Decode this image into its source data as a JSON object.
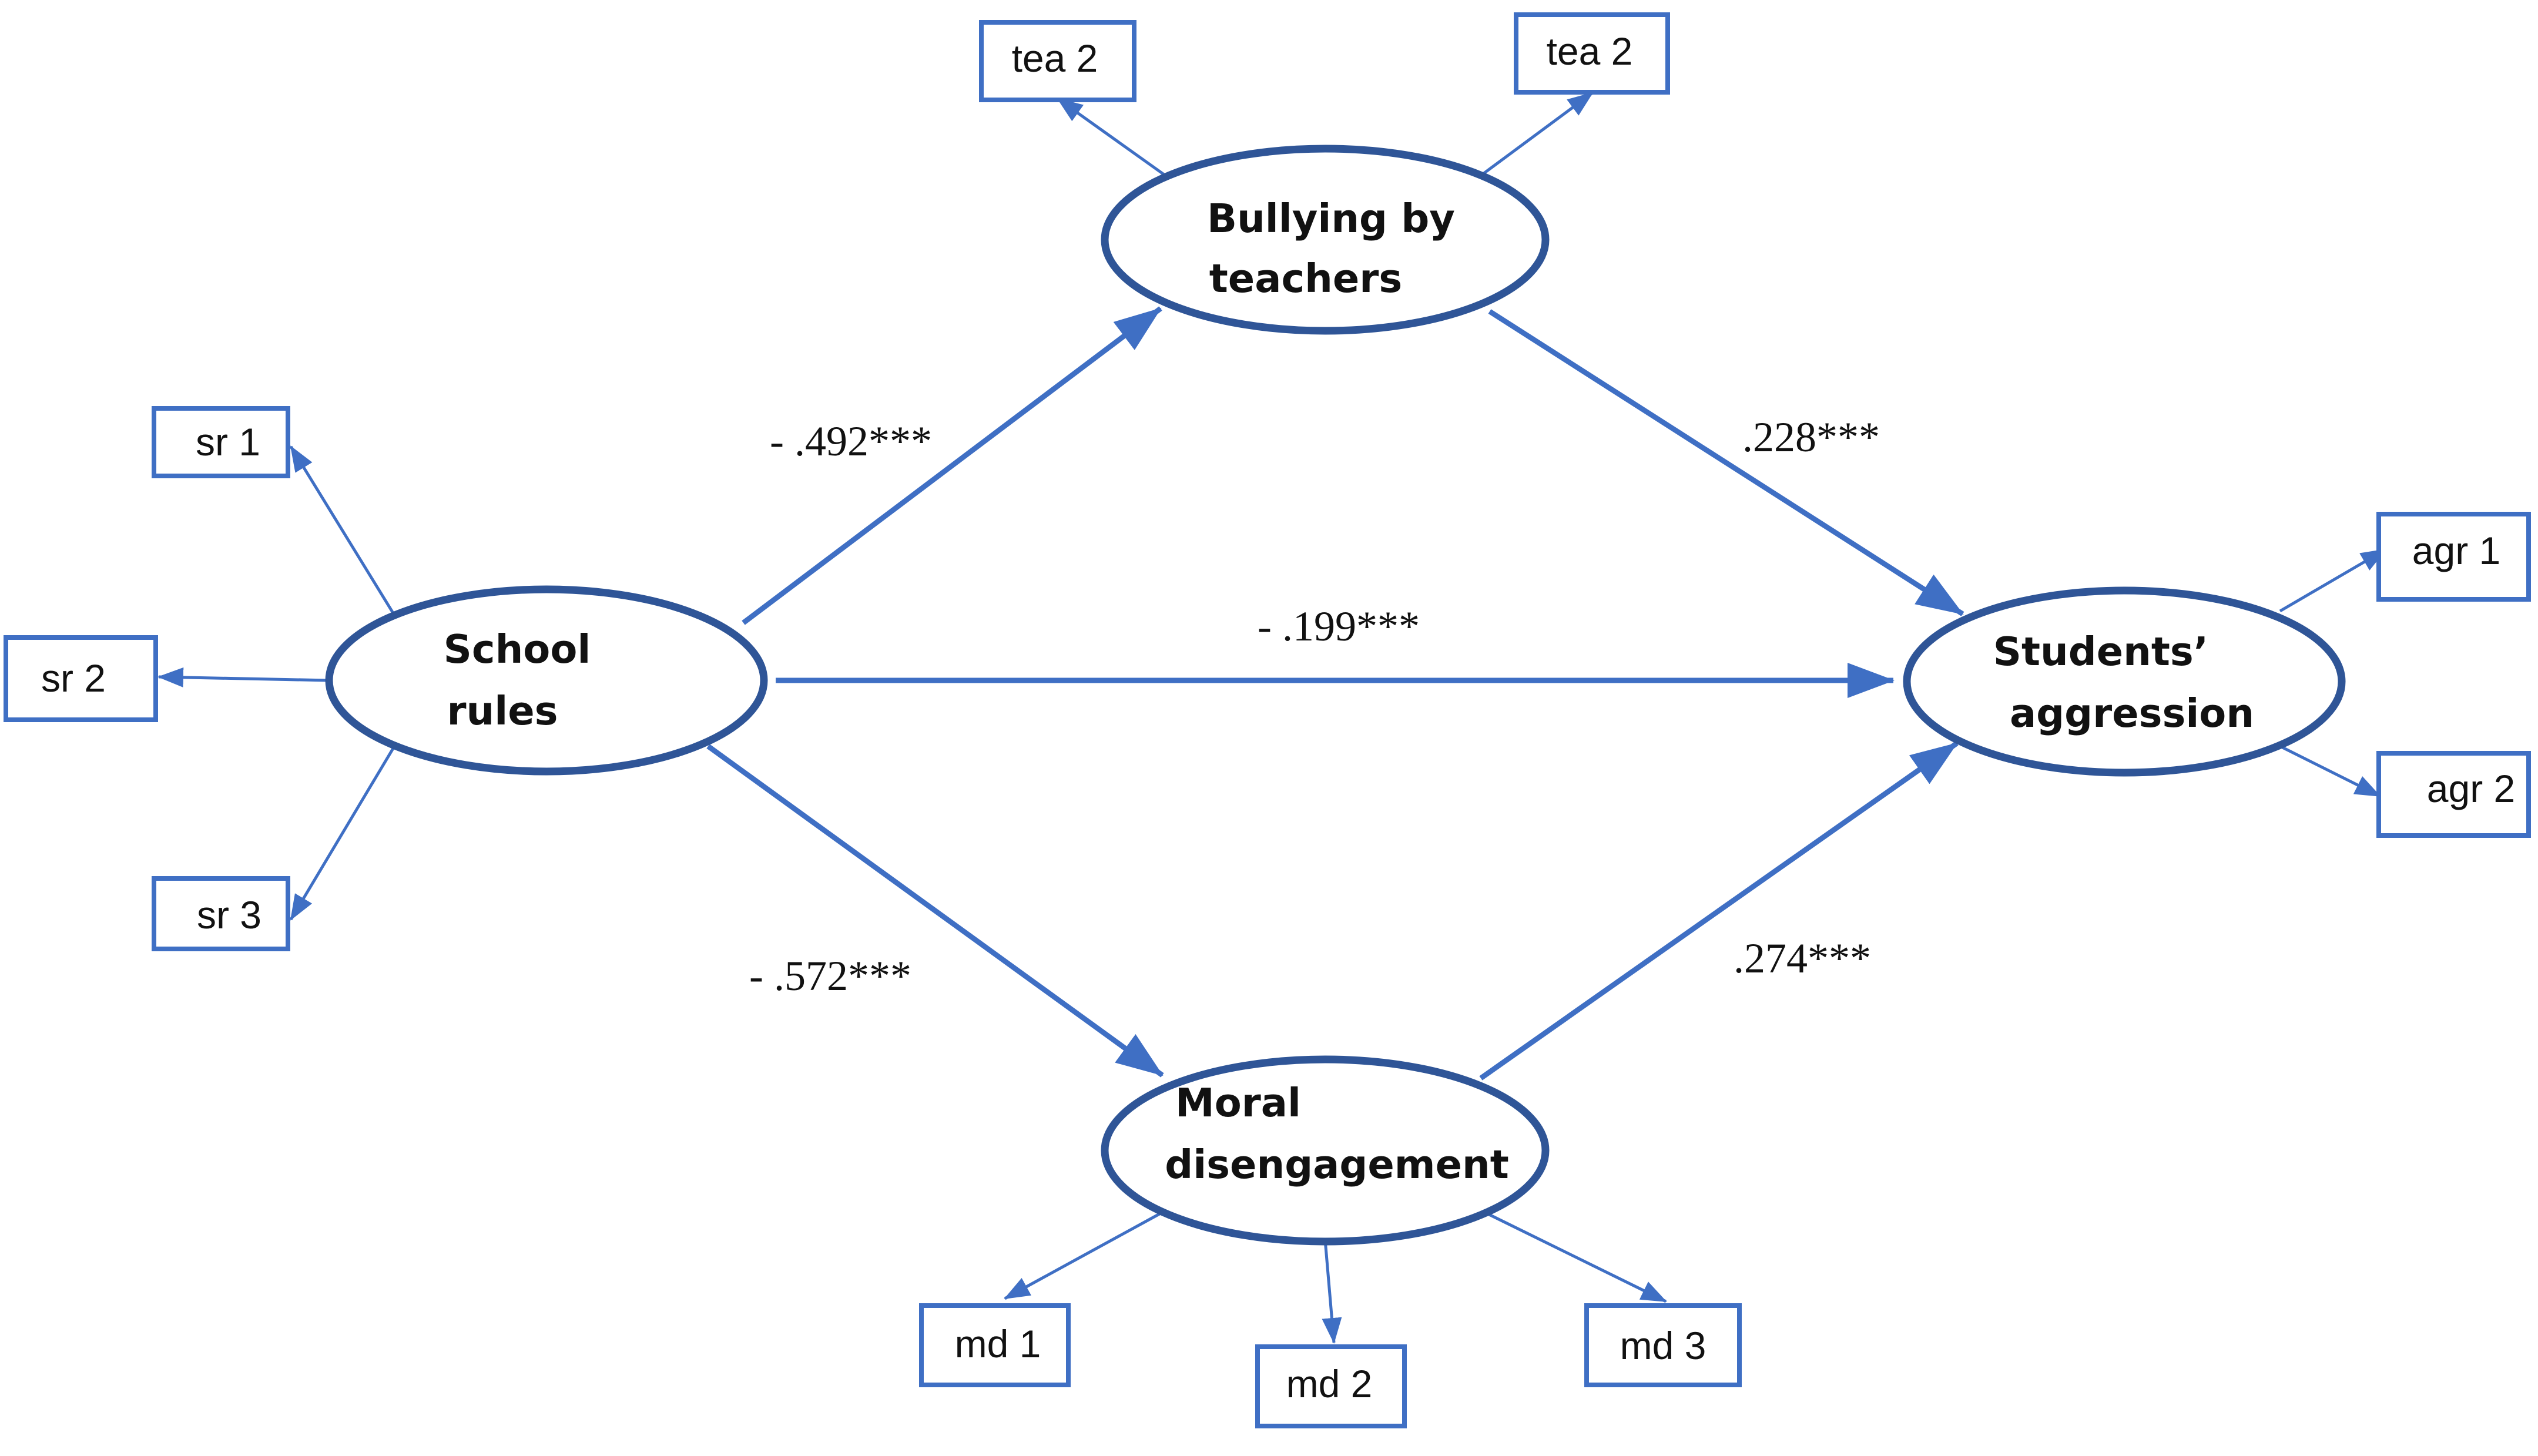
{
  "colors": {
    "stroke": "#3f6fc4",
    "ellipse_stroke": "#2f5597",
    "text": "#111111",
    "background": "#ffffff"
  },
  "latents": {
    "school_rules": [
      "School",
      "rules"
    ],
    "bullying": [
      "Bullying by",
      "teachers"
    ],
    "moral": [
      "Moral",
      "disengagement"
    ],
    "aggression": [
      "Students’",
      "aggression"
    ]
  },
  "indicators": {
    "sr1": "sr 1",
    "sr2": "sr 2",
    "sr3": "sr 3",
    "tea_left": "tea 2",
    "tea_right": "tea 2",
    "md1": "md 1",
    "md2": "md 2",
    "md3": "md 3",
    "agr1": "agr 1",
    "agr2": "agr 2"
  },
  "paths": {
    "sr_to_bullying": "- .492***",
    "bullying_to_aggression": ".228***",
    "sr_to_aggression": "- .199***",
    "sr_to_moral": "- .572***",
    "moral_to_aggression": ".274***"
  }
}
